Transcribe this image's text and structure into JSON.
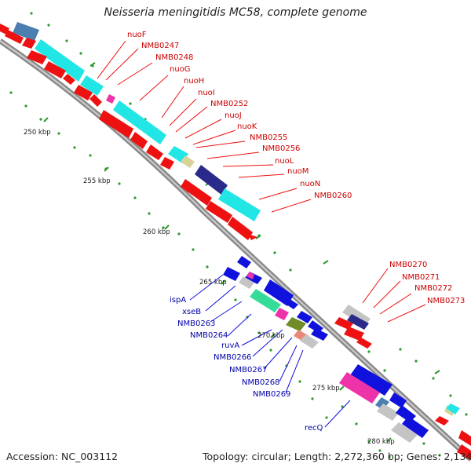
{
  "title": "Neisseria meningitidis MC58, complete genome",
  "footer": {
    "accession": "Accession: NC_003112",
    "summary": "Topology: circular; Length: 2,272,360 bp; Genes: 2,134"
  },
  "colors": {
    "backbone": "#8a8a8a",
    "tick_dots": "#2e9a2e",
    "forward_gene": "#ee1111",
    "reverse_gene": "#1111dd",
    "forward_label": "#cc0000",
    "reverse_label": "#0000aa",
    "cog_cyan": "#22e6e6",
    "cog_navy": "#2a2a8a",
    "cog_pink": "#ee33aa",
    "cog_green": "#33dd99",
    "cog_olive": "#6f8b2a",
    "cog_grey": "#c4c4c4",
    "cog_salmon": "#e88878",
    "cog_steel": "#4a7fb0",
    "cog_tan": "#d9d39a"
  },
  "scale_labels": [
    "250 kbp",
    "255 kbp",
    "260 kbp",
    "265 kbp",
    "270 kbp",
    "275 kbp",
    "280 kbp"
  ],
  "forward_labels": [
    "nuoF",
    "NMB0247",
    "NMB0248",
    "nuoG",
    "nuoH",
    "nuoI",
    "NMB0252",
    "nuoJ",
    "nuoK",
    "NMB0255",
    "NMB0256",
    "nuoL",
    "nuoM",
    "nuoN",
    "NMB0260",
    "NMB0270",
    "NMB0271",
    "NMB0272",
    "NMB0273"
  ],
  "reverse_labels": [
    "ispA",
    "xseB",
    "NMB0263",
    "NMB0264",
    "ruvA",
    "NMB0266",
    "NMB0267",
    "NMB0268",
    "NMB0269",
    "recQ"
  ]
}
